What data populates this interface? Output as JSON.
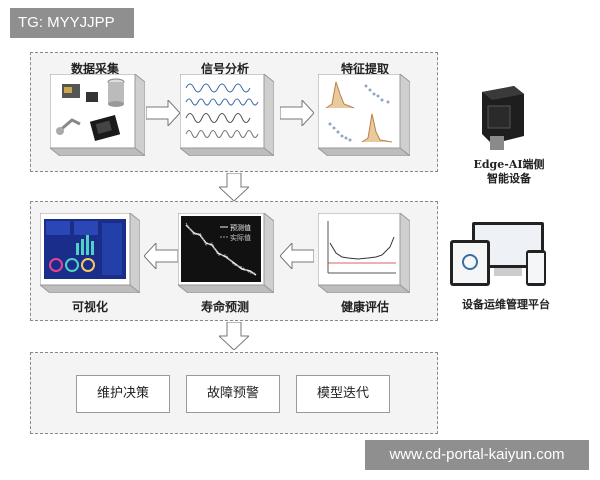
{
  "watermark": {
    "tg": "TG: MYYJJPP",
    "url": "www.cd-portal-kaiyun.com"
  },
  "row1": {
    "data_collection": "数据采集",
    "signal_analysis": "信号分析",
    "feature_extraction": "特征提取"
  },
  "row2": {
    "visualization": "可视化",
    "life_prediction": "寿命预测",
    "health_assessment": "健康评估",
    "legend_predicted": "预测值",
    "legend_actual": "实际值"
  },
  "row3": {
    "maintenance_decision": "维护决策",
    "fault_warning": "故障预警",
    "model_iteration": "模型迭代"
  },
  "side": {
    "edge_device_line1": "Edge-AI端侧",
    "edge_device_line2": "智能设备",
    "platform": "设备运维管理平台"
  },
  "colors": {
    "box_bg": "#f4f4f4",
    "border": "#888888",
    "dashboard_bg": "#1b2d8a"
  }
}
